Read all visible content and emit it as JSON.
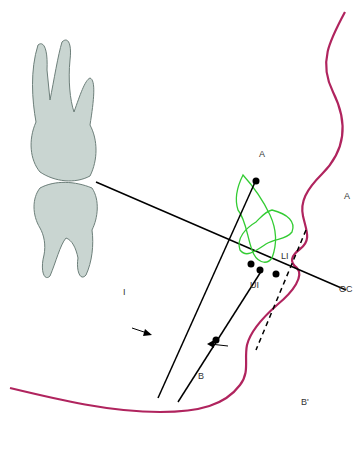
{
  "diagram": {
    "labels": [
      "A",
      "A",
      "LI",
      "UI",
      "OC",
      "I",
      "B",
      "B'"
    ]
  }
}
